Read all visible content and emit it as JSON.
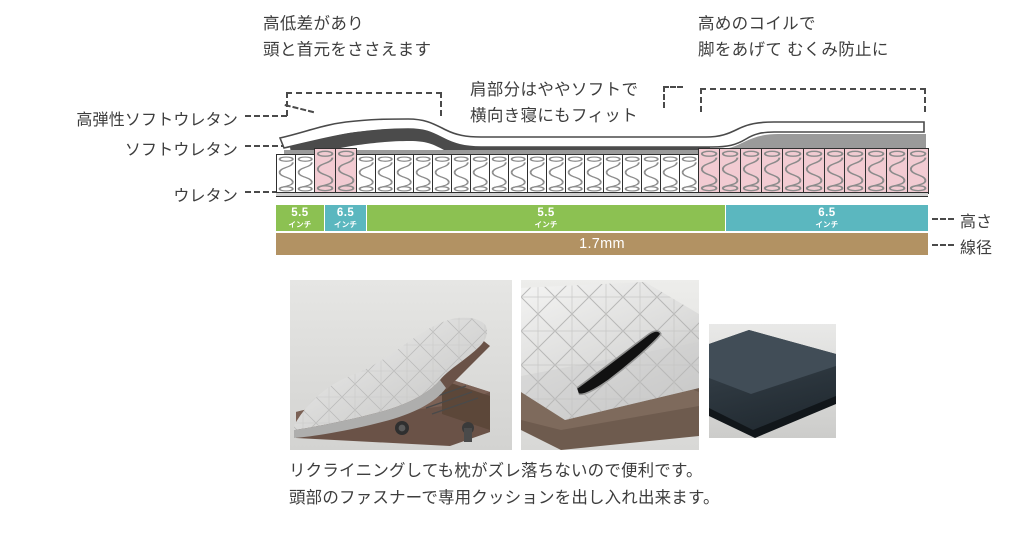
{
  "callouts": {
    "head": "高低差があり\n頭と首元をささえます",
    "legs": "高めのコイルで\n脚をあげて むくみ防止に",
    "shoulder": "肩部分はややソフトで\n横向き寝にもフィット"
  },
  "layer_labels": {
    "high_elastic_soft_urethane": "高弾性ソフトウレタン",
    "soft_urethane": "ソフトウレタン",
    "urethane": "ウレタン"
  },
  "right_labels": {
    "height": "高さ",
    "wire_diameter": "線径"
  },
  "spec_bars": {
    "height_segments": [
      {
        "num": "5.5",
        "unit": "インチ",
        "color": "#8cc152",
        "width_pct": 7.5
      },
      {
        "num": "6.5",
        "unit": "インチ",
        "color": "#5bb7bf",
        "width_pct": 6.5
      },
      {
        "num": "5.5",
        "unit": "インチ",
        "color": "#8cc152",
        "width_pct": 55.0
      },
      {
        "num": "6.5",
        "unit": "インチ",
        "color": "#5bb7bf",
        "width_pct": 31.0
      }
    ],
    "wire": {
      "label": "1.7mm",
      "color": "#b29263"
    }
  },
  "coils": {
    "count": 33,
    "pink_indices": [
      2,
      3,
      22,
      23,
      24,
      25,
      26,
      27,
      28,
      29,
      30,
      31,
      32
    ],
    "pink_color": "#f2cbd2",
    "white_color": "#ffffff",
    "outline_color": "#2f2f2f"
  },
  "cross_section": {
    "high_elastic_color": "#4b4b4b",
    "soft_color": "#9a9a9a",
    "outline_color": "#3a3a3a"
  },
  "photos": [
    {
      "name": "reclining-bed-photo",
      "alt": "リクライニングしたベッドとマットレス"
    },
    {
      "name": "mattress-zipper-photo",
      "alt": "頭部のファスナー部分"
    },
    {
      "name": "cushion-photo",
      "alt": "専用クッション"
    }
  ],
  "caption": "リクライニングしても枕がズレ落ちないので便利です。\n頭部のファスナーで専用クッションを出し入れ出来ます。"
}
